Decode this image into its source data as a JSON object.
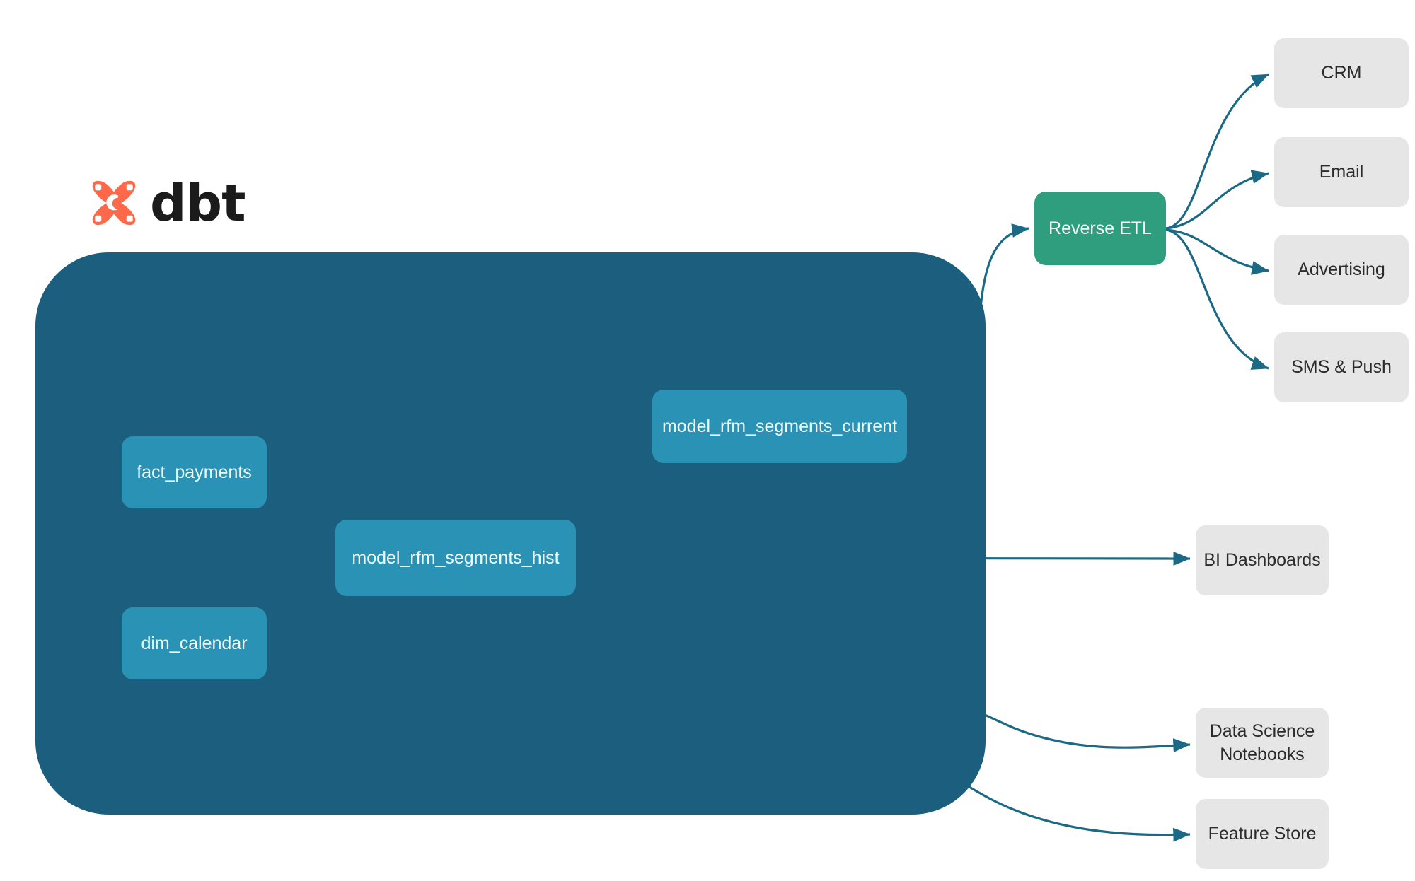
{
  "brand": {
    "name": "dbt",
    "logo_icon": "dbt-logo-icon",
    "logo_color": "#FF694A",
    "wordmark_color": "#1B1B1B"
  },
  "colors": {
    "warehouse_background": "#1B5E7E",
    "model_node": "#2A93B5",
    "reverse_etl_node": "#2E9E7E",
    "destination_node": "#E6E6E6",
    "edge": "#1B6985",
    "canvas_background": "#FFFFFF"
  },
  "warehouse": {
    "label": "",
    "nodes": [
      {
        "id": "fact_payments",
        "label": "fact_payments",
        "type": "source"
      },
      {
        "id": "dim_calendar",
        "label": "dim_calendar",
        "type": "source"
      },
      {
        "id": "model_rfm_segments_hist",
        "label": "model_rfm_segments_hist",
        "type": "model"
      },
      {
        "id": "model_rfm_segments_current",
        "label": "model_rfm_segments_current",
        "type": "model"
      }
    ]
  },
  "activation": {
    "reverse_etl": {
      "id": "reverse_etl",
      "label": "Reverse ETL"
    },
    "destinations": [
      {
        "id": "crm",
        "label": "CRM"
      },
      {
        "id": "email",
        "label": "Email"
      },
      {
        "id": "advertising",
        "label": "Advertising"
      },
      {
        "id": "sms_push",
        "label": "SMS & Push"
      }
    ]
  },
  "analytics": {
    "destinations": [
      {
        "id": "bi_dashboards",
        "label": "BI Dashboards",
        "line1": "BI Dashboards",
        "line2": ""
      },
      {
        "id": "ds_notebooks",
        "label": "Data Science Notebooks",
        "line1": "Data Science",
        "line2": "Notebooks"
      },
      {
        "id": "feature_store",
        "label": "Feature Store",
        "line1": "Feature Store",
        "line2": ""
      }
    ]
  },
  "edges": [
    {
      "from": "fact_payments",
      "to": "model_rfm_segments_hist",
      "style": "curved-arrow"
    },
    {
      "from": "dim_calendar",
      "to": "model_rfm_segments_hist",
      "style": "curved-arrow"
    },
    {
      "from": "model_rfm_segments_hist",
      "to": "model_rfm_segments_current",
      "style": "curved-arrow"
    },
    {
      "from": "model_rfm_segments_current",
      "to": "reverse_etl",
      "style": "curved-arrow"
    },
    {
      "from": "model_rfm_segments_hist",
      "to": "bi_dashboards",
      "style": "straight-arrow"
    },
    {
      "from": "model_rfm_segments_hist",
      "to": "ds_notebooks",
      "style": "curved-arrow"
    },
    {
      "from": "model_rfm_segments_hist",
      "to": "feature_store",
      "style": "curved-arrow"
    },
    {
      "from": "reverse_etl",
      "to": "crm",
      "style": "curved-arrow"
    },
    {
      "from": "reverse_etl",
      "to": "email",
      "style": "curved-arrow"
    },
    {
      "from": "reverse_etl",
      "to": "advertising",
      "style": "curved-arrow"
    },
    {
      "from": "reverse_etl",
      "to": "sms_push",
      "style": "curved-arrow"
    }
  ]
}
